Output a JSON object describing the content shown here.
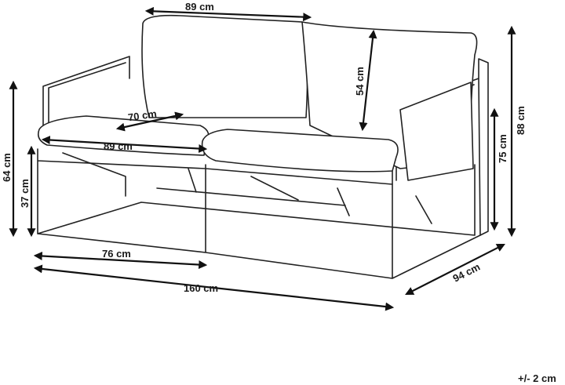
{
  "dimensions": {
    "backrest_width": "89 cm",
    "backrest_height": "54 cm",
    "seat_depth": "70 cm",
    "seat_width": "89 cm",
    "armrest_height": "64 cm",
    "seat_height": "37 cm",
    "inner_depth": "76 cm",
    "total_width": "160 cm",
    "total_depth": "94 cm",
    "back_height": "75 cm",
    "total_height": "88 cm"
  },
  "tolerance": "+/- 2 cm"
}
